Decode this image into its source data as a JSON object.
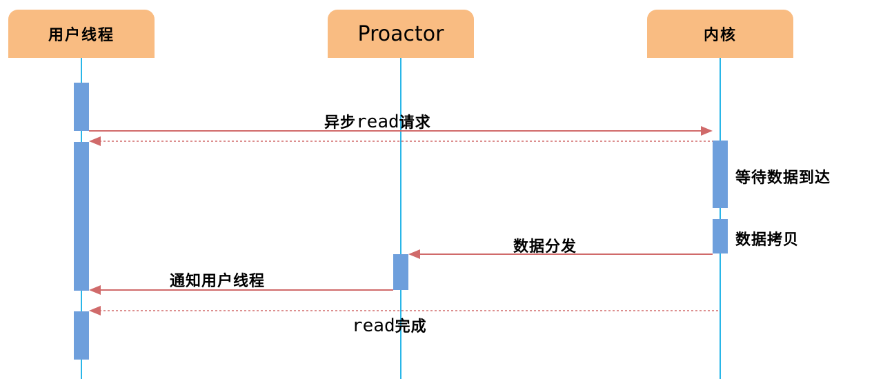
{
  "actors": {
    "user_thread": "用户线程",
    "proactor": "Proactor",
    "kernel": "内核"
  },
  "messages": {
    "async_read_prefix": "异步",
    "async_read_word": "read",
    "async_read_suffix": "请求",
    "wait_data": "等待数据到达",
    "copy_data": "数据拷贝",
    "dispatch_data": "数据分发",
    "notify_user": "通知用户线程",
    "read_done_word": "read",
    "read_done_suffix": "完成"
  },
  "colors": {
    "actor_fill": "#f9bc82",
    "lifeline": "#29b6e8",
    "activation": "#6e9fdc",
    "arrow": "#d06a6a"
  }
}
